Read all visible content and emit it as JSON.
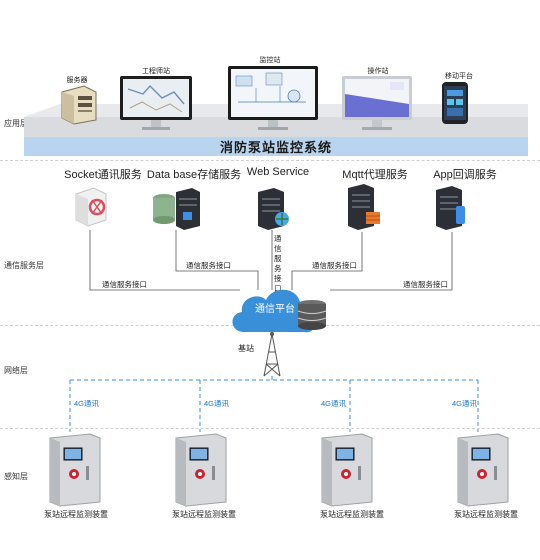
{
  "layers": {
    "application": "应用层",
    "service": "通信服务层",
    "network": "网络层",
    "perception": "感知层"
  },
  "top_devices": {
    "server": "服务器",
    "engineer": "工程师站",
    "monitor": "监控站",
    "operator": "操作站",
    "mobile": "移动平台"
  },
  "system_title": "消防泵站监控系统",
  "services": {
    "socket": "Socket通讯服务",
    "database": "Data base存储服务",
    "web": "Web Service",
    "mqtt": "Mqtt代理服务",
    "app": "App回调服务"
  },
  "interfaces": {
    "label": "通信服务接口",
    "vertical": "通信服务接口"
  },
  "platform": "通信平台",
  "base_station": "基站",
  "network": {
    "link_label": "4G通讯"
  },
  "device_label": "泵站远程监测装置",
  "colors": {
    "bar": "#b9d4ee",
    "cloud": "#3a8fd9",
    "dashed_link": "#3a8fd9"
  }
}
